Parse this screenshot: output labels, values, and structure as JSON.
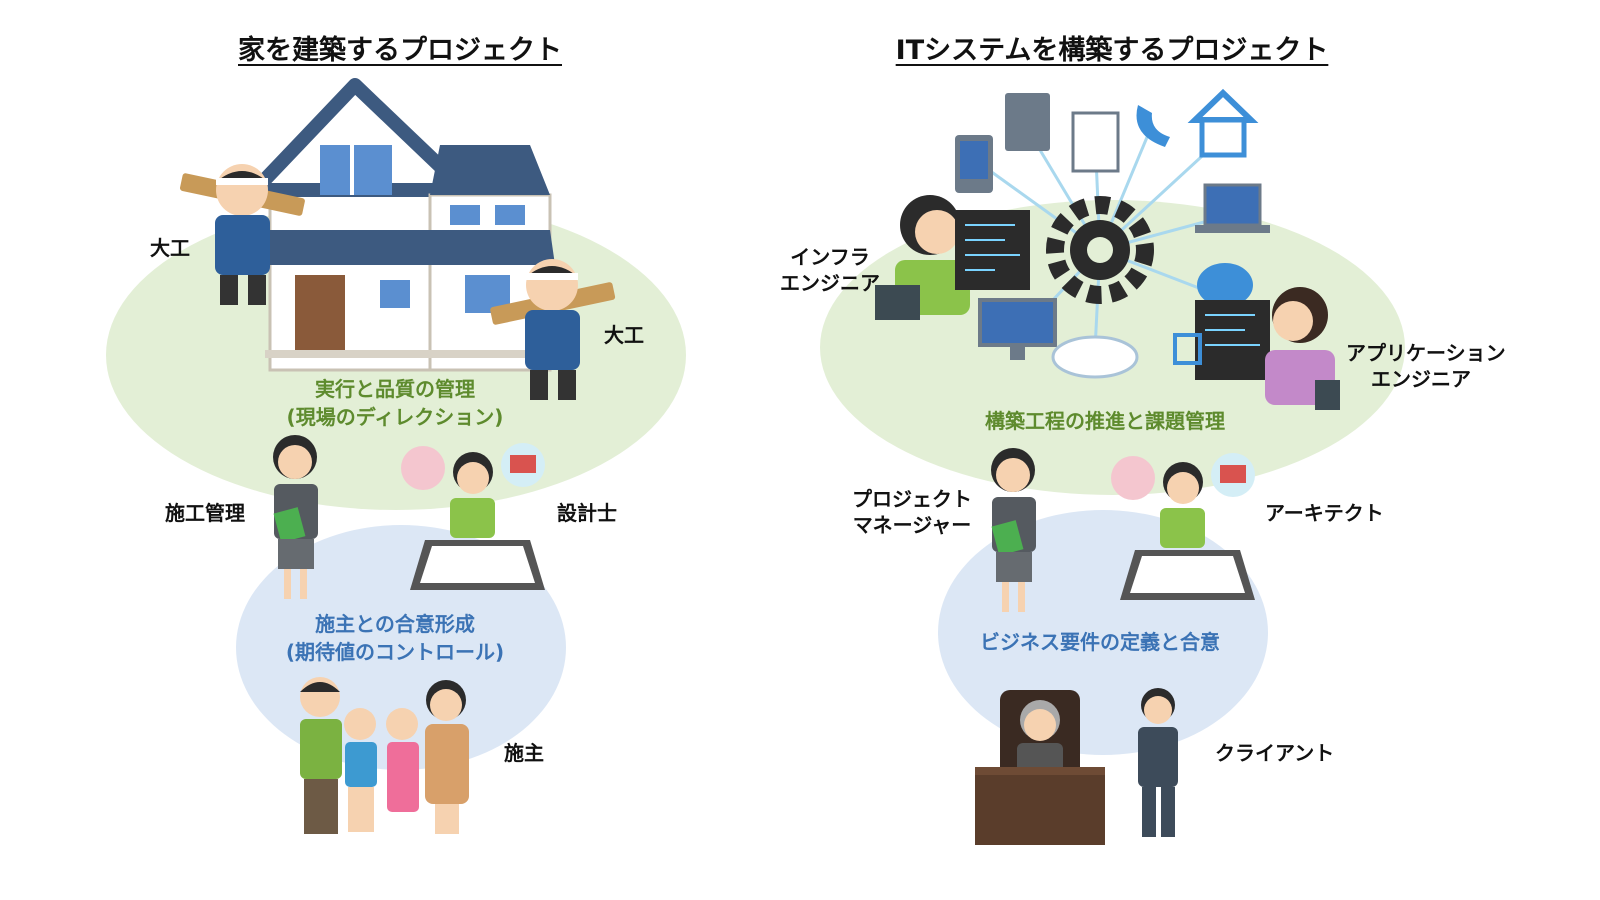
{
  "left": {
    "title": "家を建築するプロジェクト",
    "outer_caption_line1": "実行と品質の管理",
    "outer_caption_line2": "(現場のディレクション)",
    "inner_caption_line1": "施主との合意形成",
    "inner_caption_line2": "(期待値のコントロール)",
    "roles": {
      "carpenter_left": "大工",
      "carpenter_right": "大工",
      "construction_manager": "施工管理",
      "architect": "設計士",
      "owner": "施主"
    }
  },
  "right": {
    "title": "ITシステムを構築するプロジェクト",
    "outer_caption": "構築工程の推進と課題管理",
    "inner_caption": "ビジネス要件の定義と合意",
    "roles": {
      "infra_line1": "インフラ",
      "infra_line2": "エンジニア",
      "app_line1": "アプリケーション",
      "app_line2": "エンジニア",
      "pm_line1": "プロジェクト",
      "pm_line2": "マネージャー",
      "architect": "アーキテクト",
      "client": "クライアント"
    }
  },
  "colors": {
    "outer_ellipse": "#e3efd6",
    "inner_ellipse": "#dce7f5",
    "outer_caption": "#5e8b2e",
    "inner_caption": "#3b73b5",
    "roof": "#3d5a80"
  }
}
